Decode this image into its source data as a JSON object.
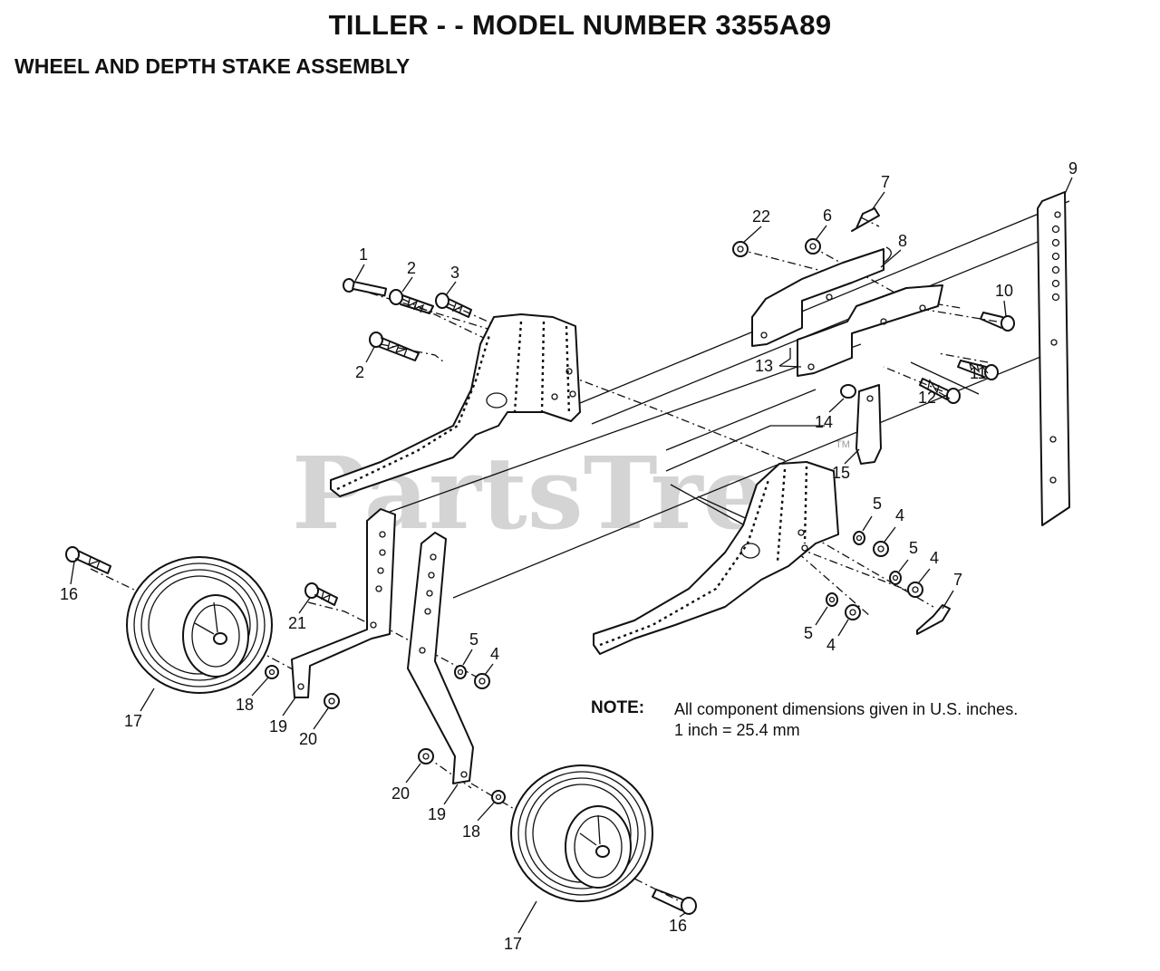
{
  "header": {
    "title": "TILLER - - MODEL NUMBER 3355A89",
    "subtitle": "WHEEL AND DEPTH STAKE ASSEMBLY"
  },
  "note": {
    "label": "NOTE:",
    "line1": "All component dimensions given in U.S. inches.",
    "line2": "1 inch = 25.4 mm"
  },
  "watermark": {
    "text": "PartsTree",
    "trademark": "TM"
  },
  "callouts": {
    "c1": "1",
    "c2a": "2",
    "c2b": "2",
    "c3": "3",
    "c4a": "4",
    "c4b": "4",
    "c4c": "4",
    "c4d": "4",
    "c5a": "5",
    "c5b": "5",
    "c5c": "5",
    "c5d": "5",
    "c6": "6",
    "c7a": "7",
    "c7b": "7",
    "c8": "8",
    "c9": "9",
    "c10": "10",
    "c11": "11",
    "c12": "12",
    "c13": "13",
    "c14": "14",
    "c15": "15",
    "c16a": "16",
    "c16b": "16",
    "c17a": "17",
    "c17b": "17",
    "c18a": "18",
    "c18b": "18",
    "c19a": "19",
    "c19b": "19",
    "c20a": "20",
    "c20b": "20",
    "c21": "21",
    "c22": "22"
  }
}
